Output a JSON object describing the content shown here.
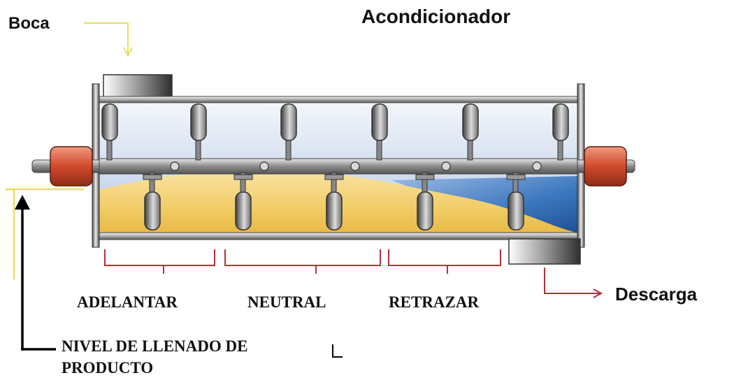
{
  "title": "Acondicionador",
  "labels": {
    "inlet": "Boca",
    "outlet": "Descarga",
    "fill_level_line1": "NIVEL DE LLENADO DE",
    "fill_level_line2": "PRODUCTO"
  },
  "zones": [
    {
      "label": "ADELANTAR"
    },
    {
      "label": "NEUTRAL"
    },
    {
      "label": "RETRAZAR"
    }
  ],
  "colors": {
    "product": "#f2cc66",
    "product_light": "#f8e3a0",
    "steam": "#2f6db5",
    "bearing": "#d24a2c",
    "bracket": "#b5303a",
    "inlet_arrow": "#e8e060",
    "outlet_arrow": "#b5303a"
  }
}
